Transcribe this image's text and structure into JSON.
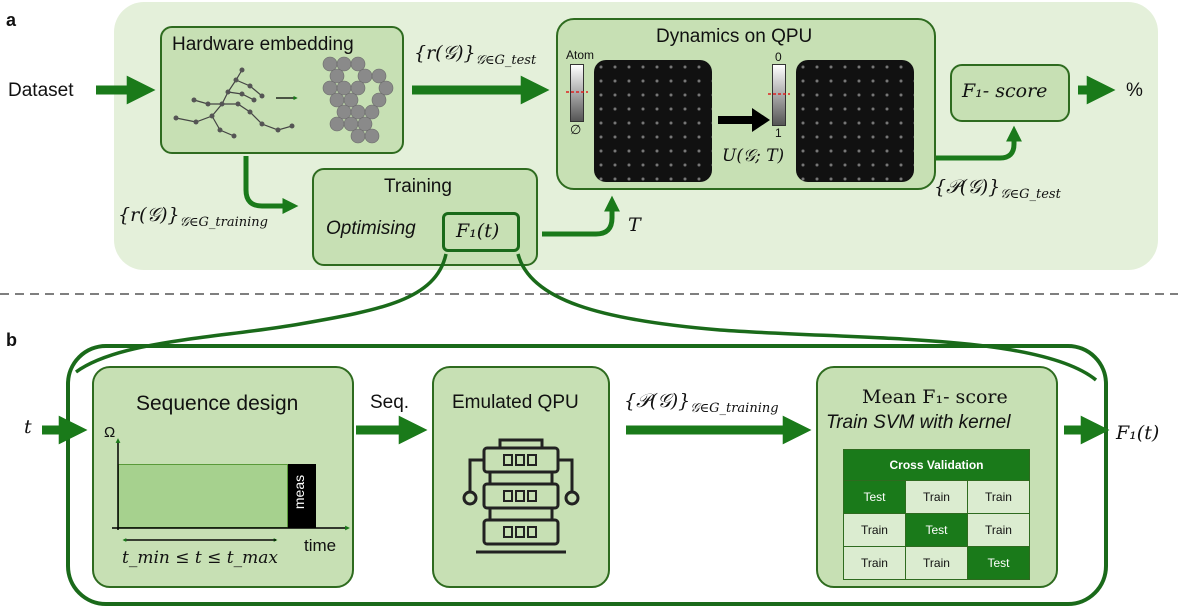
{
  "panel_labels": {
    "a": "a",
    "b": "b"
  },
  "panel_a": {
    "dataset_label": "Dataset",
    "hardware_embedding_title": "Hardware embedding",
    "r_test_label": "{r(𝒢)}",
    "r_test_subscript": "𝒢∈G_test",
    "dynamics_title": "Dynamics on QPU",
    "atom_label": "Atom",
    "empty_label": "∅",
    "scale_top": "0",
    "scale_bottom": "1",
    "unitary_label": "U(𝒢; T)",
    "f1_score_label": "F₁- score",
    "percent_label": "%",
    "p_test_label": "{𝒫(𝒢)}",
    "p_test_subscript": "𝒢∈G_test",
    "r_training_label": "{r(𝒢)}",
    "r_training_subscript": "𝒢∈G_training",
    "training_title": "Training",
    "optimising_label": "Optimising",
    "f1t_label": "F₁(t)",
    "t_label": "T"
  },
  "panel_b": {
    "t_input_label": "t",
    "sequence_design_title": "Sequence design",
    "omega_label": "Ω",
    "meas_label": "meas",
    "time_label": "time",
    "t_range_label": "t_min ≤ t ≤ t_max",
    "seq_label": "Seq.",
    "emulated_qpu_title": "Emulated QPU",
    "p_training_label": "{𝒫(𝒢)}",
    "p_training_subscript": "𝒢∈G_training",
    "mean_f1_title": "Mean F₁- score",
    "svm_label": "Train SVM with kernel",
    "output_label": "F₁(t)",
    "cross_validation": {
      "header": "Cross Validation",
      "rows": [
        [
          "Test",
          "Train",
          "Train"
        ],
        [
          "Train",
          "Test",
          "Train"
        ],
        [
          "Train",
          "Train",
          "Test"
        ]
      ]
    }
  },
  "colors": {
    "dark_green": "#1a7a1a",
    "panel_bg": "#e4f0da",
    "box_fill": "#c7e0b4",
    "border": "#2e6b1f"
  }
}
